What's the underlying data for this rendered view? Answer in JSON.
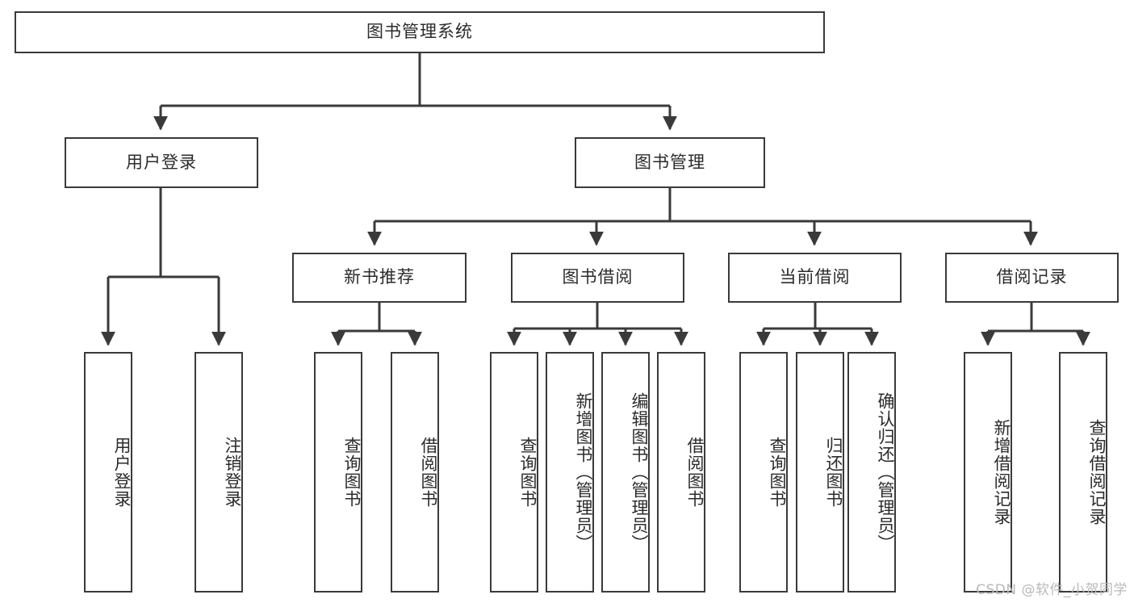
{
  "diagram": {
    "type": "tree",
    "title": "图书管理系统",
    "orientation": "top-down",
    "colors": {
      "box_border": "#3a3a3a",
      "box_fill": "#ffffff",
      "edge": "#3a3a3a",
      "text": "#2b2b2b",
      "watermark": "#b9b9b9",
      "background": "#ffffff"
    }
  },
  "root": {
    "id": "root",
    "label": "图书管理系统"
  },
  "level2": [
    {
      "id": "n-user-login",
      "label": "用户登录"
    },
    {
      "id": "n-book-manage",
      "label": "图书管理"
    }
  ],
  "level3": [
    {
      "id": "n-new-book-rec",
      "label": "新书推荐",
      "parent": "n-book-manage"
    },
    {
      "id": "n-book-borrow",
      "label": "图书借阅",
      "parent": "n-book-manage"
    },
    {
      "id": "n-current-borrow",
      "label": "当前借阅",
      "parent": "n-book-manage"
    },
    {
      "id": "n-borrow-record",
      "label": "借阅记录",
      "parent": "n-book-manage"
    }
  ],
  "leaves": {
    "user_login": [
      {
        "id": "l-user-login",
        "label": "用户登录"
      },
      {
        "id": "l-user-logout",
        "label": "注销登录"
      }
    ],
    "new_book_rec": [
      {
        "id": "l-query-book-1",
        "label": "查询图书"
      },
      {
        "id": "l-borrow-book-1",
        "label": "借阅图书"
      }
    ],
    "book_borrow": [
      {
        "id": "l-query-book-2",
        "label": "查询图书"
      },
      {
        "id": "l-add-book",
        "label": "新增图书（管理员）"
      },
      {
        "id": "l-edit-book",
        "label": "编辑图书（管理员）"
      },
      {
        "id": "l-borrow-book-2",
        "label": "借阅图书"
      }
    ],
    "current_borrow": [
      {
        "id": "l-query-book-3",
        "label": "查询图书"
      },
      {
        "id": "l-return-book",
        "label": "归还图书"
      },
      {
        "id": "l-confirm-return",
        "label": "确认归还（管理员）"
      }
    ],
    "borrow_record": [
      {
        "id": "l-add-record",
        "label": "新增借阅记录"
      },
      {
        "id": "l-query-record",
        "label": "查询借阅记录"
      }
    ]
  },
  "watermark": {
    "text": "CSDN @软件_小贺同学"
  }
}
